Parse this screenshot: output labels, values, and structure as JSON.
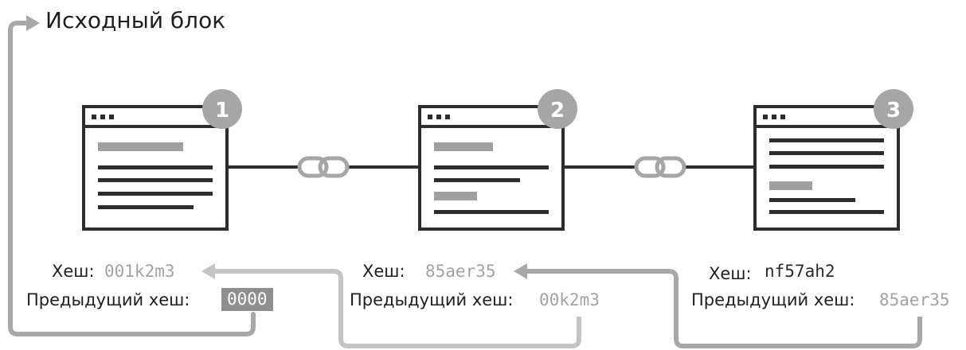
{
  "title": "Исходный блок",
  "colors": {
    "stroke_dark": "#2d2d2d",
    "bar_gray": "#a0a0a0",
    "badge_gray": "#a6a6a6",
    "arrow_gray": "#a8a8a8",
    "arrow_light": "#c4c4c4",
    "prev_box": "#8f8f8f"
  },
  "blocks": [
    {
      "number": "1",
      "hash_label": "Хеш:",
      "hash": "001k2m3",
      "prev_label": "Предыдущий хеш:",
      "prev_hash": "0000"
    },
    {
      "number": "2",
      "hash_label": "Хеш:",
      "hash": "85aer35",
      "prev_label": "Предыдущий хеш:",
      "prev_hash": "00k2m3"
    },
    {
      "number": "3",
      "hash_label": "Хеш:",
      "hash": "nf57ah2",
      "prev_label": "Предыдущий хеш:",
      "prev_hash": "85aer35"
    }
  ],
  "icons": [
    "browser-window-icon",
    "chain-link-icon",
    "arrow-right-icon"
  ]
}
